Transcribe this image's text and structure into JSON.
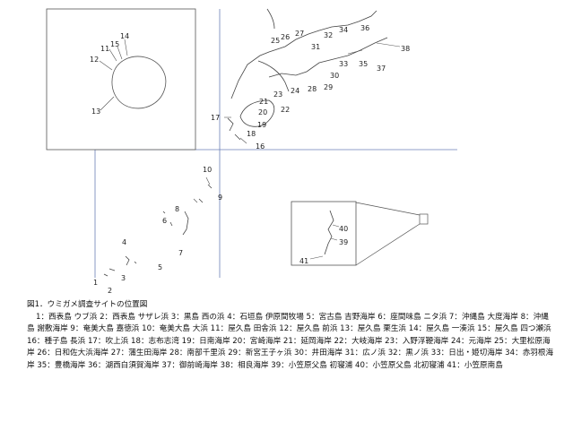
{
  "figure": {
    "title": "図1．ウミガメ調査サイトの位置図",
    "legend_text": "1：西表島 ウブ浜 2：西表島 サザレ浜 3：黒島 西の浜 4：石垣島 伊原間牧場 5：宮古島 吉野海岸 6：座間味島 ニタ浜 7：沖縄島 大度海岸 8：沖縄島 謝敷海岸 9：奄美大島 嘉徳浜 10：奄美大島 大浜 11：屋久島 田舎浜 12：屋久島 前浜 13：屋久島 栗生浜 14：屋久島 一湊浜 15：屋久島 四つ瀬浜 16：種子島 長浜 17：吹上浜 18：志布志湾 19：日南海岸 20：宮崎海岸 21：延岡海岸 22：大岐海岸 23：入野浮鞭海岸 24：元海岸 25：大里松原海岸 26：日和佐大浜海岸 27：蒲生田海岸 28：南部千里浜 29：新宮王子ヶ浜 30：井田海岸 31：広ノ浜 32：黒ノ浜 33：日出・姫切海岸 34：赤羽根海岸 35：豊橋海岸 36：湖西白須賀海岸 37：御前崎海岸 38：相良海岸 39：小笠原父島 初寝浦 40：小笠原父島 北初寝浦 41：小笠原南島"
  },
  "site_numbers": [
    "1",
    "2",
    "3",
    "4",
    "5",
    "6",
    "7",
    "8",
    "9",
    "10",
    "11",
    "12",
    "13",
    "14",
    "15",
    "16",
    "17",
    "18",
    "19",
    "20",
    "21",
    "22",
    "23",
    "24",
    "25",
    "26",
    "27",
    "28",
    "29",
    "30",
    "31",
    "32",
    "33",
    "34",
    "35",
    "36",
    "37",
    "38",
    "39",
    "40",
    "41"
  ]
}
